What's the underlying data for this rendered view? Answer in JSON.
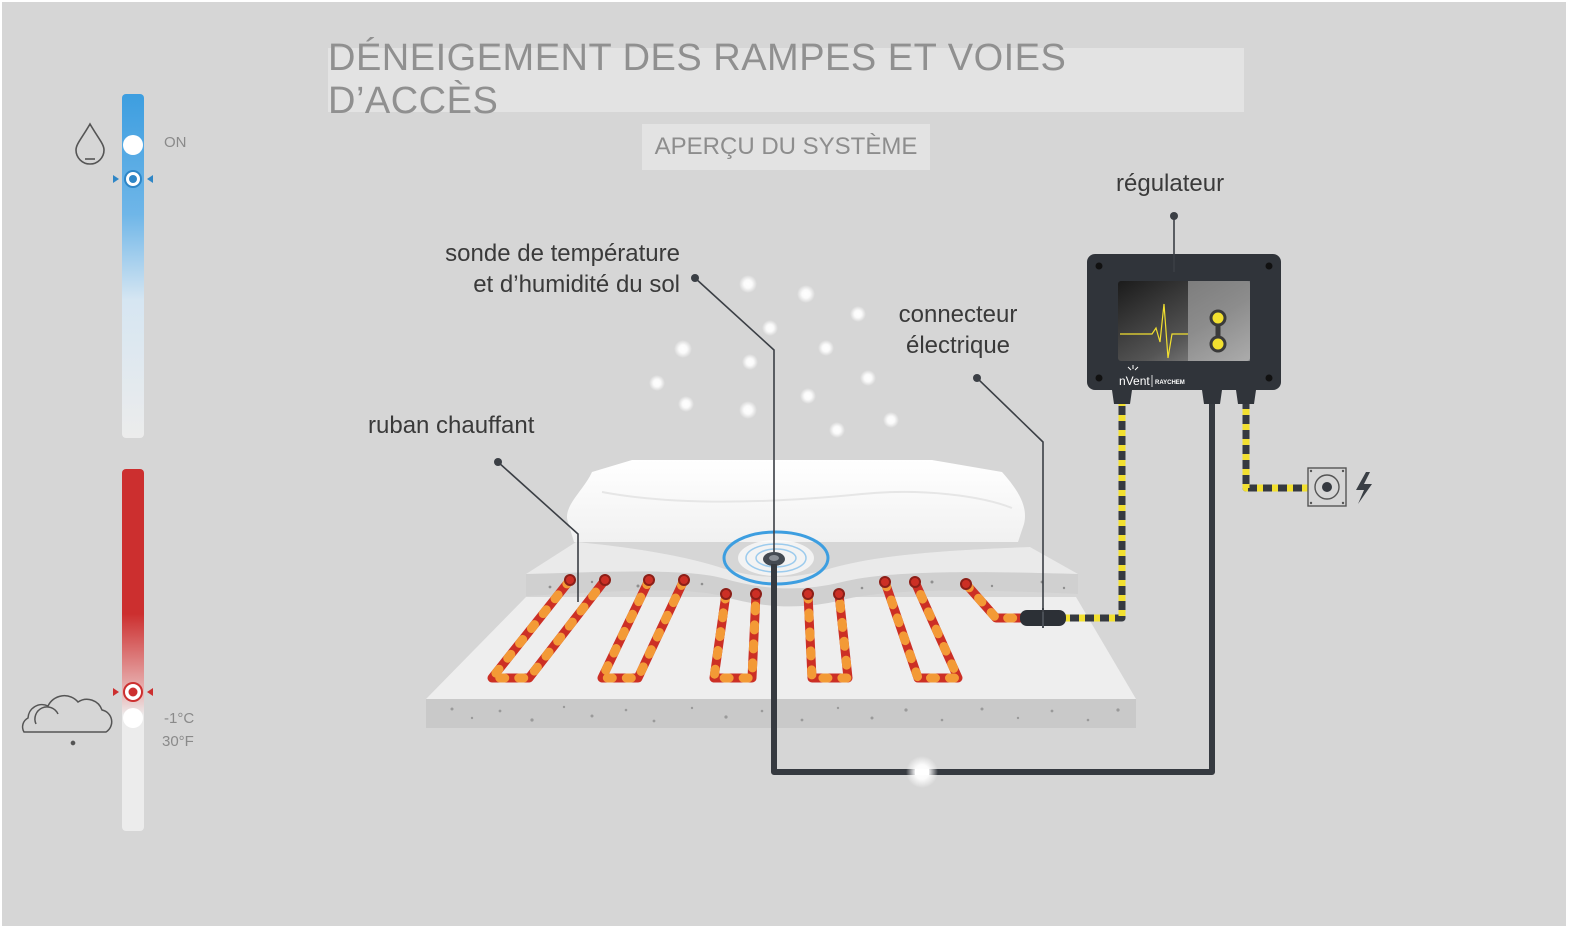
{
  "title": "DÉNEIGEMENT DES RAMPES ET VOIES D’ACCÈS",
  "subtitle": "APERÇU DU SYSTÈME",
  "labels": {
    "sensor_line1": "sonde de température",
    "sensor_line2": "et d’humidité du sol",
    "connector_line1": "connecteur",
    "connector_line2": "électrique",
    "heating_tape": "ruban chauffant",
    "controller": "régulateur"
  },
  "moisture_gauge": {
    "status": "ON",
    "icon": "water-drop-icon",
    "color": "#3d9ee0"
  },
  "temperature_gauge": {
    "celsius": "-1°C",
    "fahrenheit": "30°F",
    "icon": "snow-cloud-icon",
    "color": "#cc2f2f"
  },
  "controller_brand": {
    "brand": "nVent",
    "product": "RAYCHEM"
  },
  "power_icon": "power-outlet-icon",
  "colors": {
    "heating_cable": "#cc2f25",
    "cable_stripe": "#f39a36",
    "wire_dark": "#363a40",
    "wire_yellow": "#f2e030"
  }
}
